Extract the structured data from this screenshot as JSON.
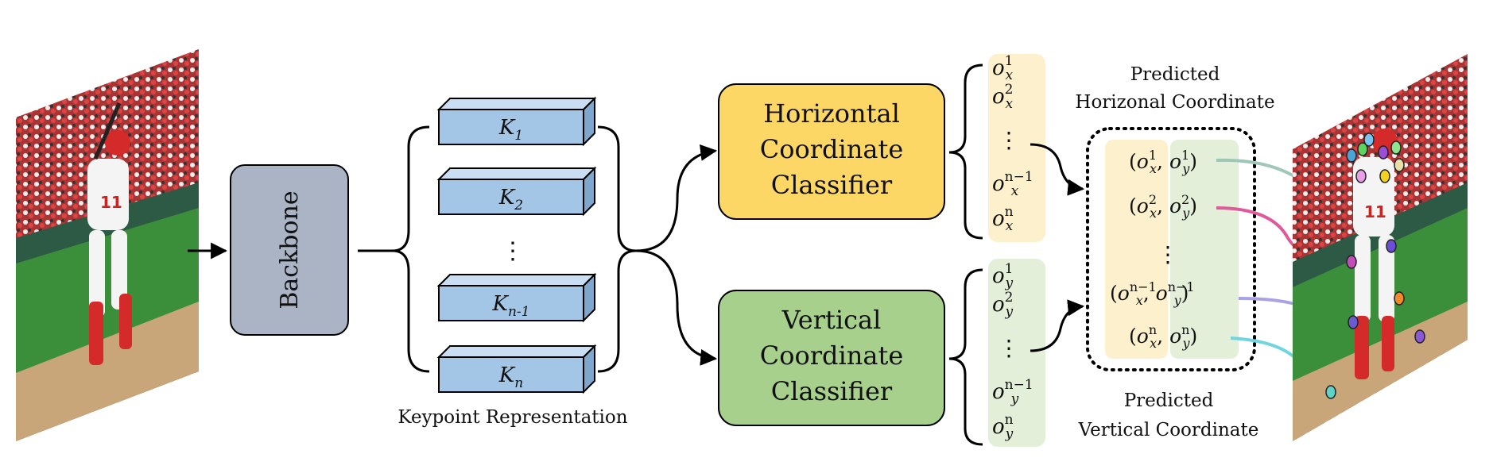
{
  "input_image": {
    "description_icon": "baseball-player-photo-icon"
  },
  "backbone": {
    "label": "Backbone",
    "fill": "#aab4c4"
  },
  "keypoints": {
    "caption": "Keypoint Representation",
    "fill": "#a4c6e6",
    "items": [
      {
        "main": "K",
        "sub": "1"
      },
      {
        "main": "K",
        "sub": "2"
      },
      {
        "main": "K",
        "sub": "n-1"
      },
      {
        "main": "K",
        "sub": "n"
      }
    ],
    "ellipsis": "⋮"
  },
  "horizontal_classifier": {
    "lines": [
      "Horizontal",
      "Coordinate",
      "Classifier"
    ],
    "fill": "#fdd766"
  },
  "vertical_classifier": {
    "lines": [
      "Vertical",
      "Coordinate",
      "Classifier"
    ],
    "fill": "#a8d08d"
  },
  "x_outputs": {
    "fill": "#fdf0cc",
    "items": [
      {
        "base": "o",
        "sub": "x",
        "sup": "1"
      },
      {
        "base": "o",
        "sub": "x",
        "sup": "2"
      },
      {
        "base": "o",
        "sub": "x",
        "sup": "n−1"
      },
      {
        "base": "o",
        "sub": "x",
        "sup": "n"
      }
    ],
    "ellipsis": "⋮"
  },
  "y_outputs": {
    "fill": "#e3efd9",
    "items": [
      {
        "base": "o",
        "sub": "y",
        "sup": "1"
      },
      {
        "base": "o",
        "sub": "y",
        "sup": "2"
      },
      {
        "base": "o",
        "sub": "y",
        "sup": "n−1"
      },
      {
        "base": "o",
        "sub": "y",
        "sup": "n"
      }
    ],
    "ellipsis": "⋮"
  },
  "predicted_h": {
    "line1": "Predicted",
    "line2": "Horizonal Coordinate"
  },
  "predicted_v": {
    "line1": "Predicted",
    "line2": "Vertical Coordinate"
  },
  "pairs": {
    "items": [
      {
        "sup": "1",
        "color": "#9ec7b8"
      },
      {
        "sup": "2",
        "color": "#e05a9a"
      },
      {
        "sup": "n−1",
        "color": "#a9a2e6"
      },
      {
        "sup": "n",
        "color": "#6fd6de"
      }
    ],
    "ellipsis": "⋮"
  },
  "output_image": {
    "description_icon": "baseball-player-keypoints-icon"
  }
}
